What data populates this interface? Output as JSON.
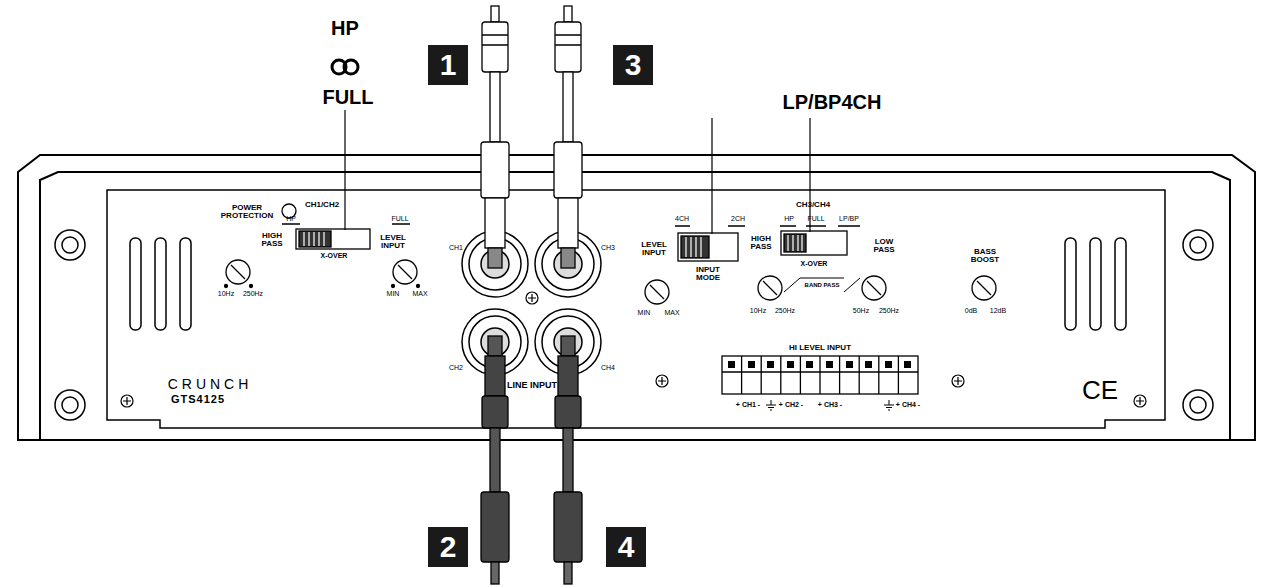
{
  "diagram": {
    "nodes": [
      {
        "text": [
          "1"
        ]
      },
      {
        "text": [
          "3"
        ]
      },
      {
        "text": [
          "2"
        ]
      },
      {
        "text": [
          "4"
        ]
      }
    ],
    "labels": [
      "HP",
      "FULL",
      "LP/BP4CH",
      "POWER PROTECTION",
      "CH1/CH2",
      "HP",
      "FULL",
      "HIGH PASS",
      "LEVEL INPUT",
      "X-OVER",
      "10Hz",
      "250Hz",
      "MIN",
      "MAX",
      "CH1",
      "CH3",
      "CH2",
      "CH4",
      "LINE INPUT",
      "4CH",
      "2CH",
      "LEVEL INPUT",
      "INPUT MODE",
      "CH3/CH4",
      "HP",
      "FULL",
      "LP/BP",
      "HIGH PASS",
      "X-OVER",
      "BAND PASS",
      "LOW PASS",
      "10Hz",
      "250Hz",
      "50Hz",
      "250Hz",
      "BASS BOOST",
      "0dB",
      "12dB",
      "MIN",
      "MAX",
      "HI LEVEL INPUT",
      "+ CH1 -",
      "+ CH2 -",
      "+ CH3 -",
      "+ CH4 -",
      "CRUNCH",
      "GTS4125",
      "CE"
    ]
  }
}
